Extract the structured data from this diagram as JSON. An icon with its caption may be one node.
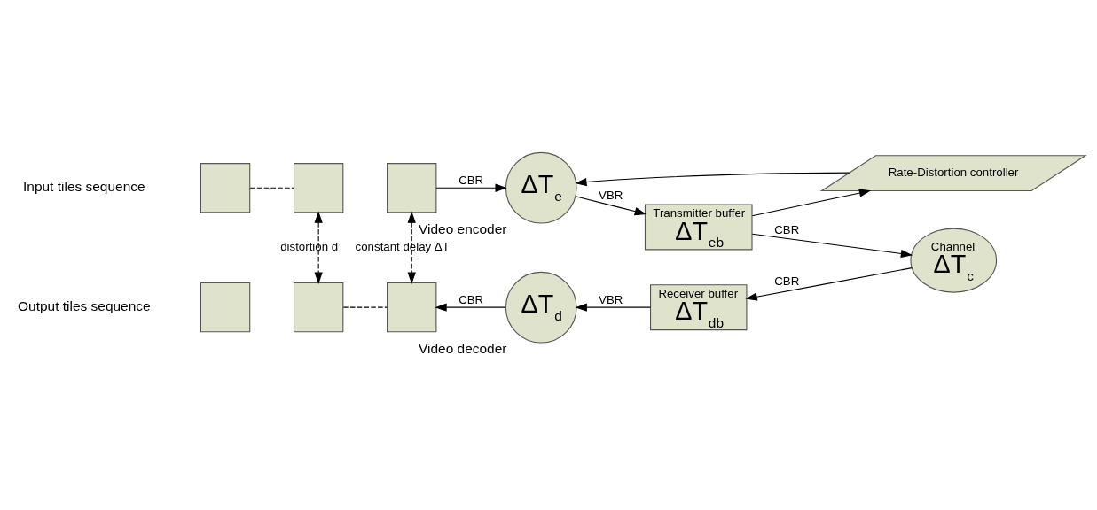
{
  "diagram": {
    "nodes": [
      {
        "text": [],
        "shape": "box"
      },
      {
        "text": [],
        "shape": "box"
      },
      {
        "text": [],
        "shape": "box"
      },
      {
        "text": [
          "ΔT$_{e}$"
        ],
        "beside": [
          "Video encoder"
        ]
      },
      {
        "text": [
          "Transmitter buffer",
          "ΔT$_{eb}$"
        ]
      },
      {
        "text": [
          "Rate-Distortion controller"
        ]
      },
      {
        "text": [
          "Channel",
          "ΔT$_{c}$"
        ]
      },
      {
        "text": [
          "Receiver buffer",
          "ΔT$_{db}$"
        ]
      },
      {
        "text": [
          "ΔT$_{d}$"
        ],
        "beside": [
          "Video decoder"
        ]
      },
      {
        "text": [],
        "shape": "box"
      },
      {
        "text": [],
        "shape": "box"
      },
      {
        "text": [],
        "shape": "box"
      }
    ],
    "edges": [
      {
        "from": 0,
        "to": 1,
        "arrow": "none",
        "style": "dashed"
      },
      {
        "from": 2,
        "to": 3,
        "arrow": "to",
        "label": "CBR"
      },
      {
        "from": 3,
        "to": 4,
        "arrow": "to",
        "label": "VBR"
      },
      {
        "from": 4,
        "to": 5,
        "arrow": "to"
      },
      {
        "from": 5,
        "to": 3,
        "arrow": "to"
      },
      {
        "from": 4,
        "to": 6,
        "arrow": "to",
        "label": "CBR"
      },
      {
        "from": 6,
        "to": 7,
        "arrow": "to",
        "label": "CBR"
      },
      {
        "from": 7,
        "to": 8,
        "arrow": "to",
        "label": "VBR"
      },
      {
        "from": 8,
        "to": 11,
        "arrow": "to",
        "label": "CBR"
      },
      {
        "from": 10,
        "to": 11,
        "arrow": "none",
        "style": "dashed"
      },
      {
        "from": 1,
        "to": 10,
        "arrow": "both",
        "style": "dashed",
        "label": "distortion d"
      },
      {
        "from": 2,
        "to": 11,
        "arrow": "both",
        "style": "dashed",
        "label": "constant delay ΔT"
      }
    ],
    "labels": [
      "Input tiles sequence",
      "Output tiles sequence"
    ]
  }
}
